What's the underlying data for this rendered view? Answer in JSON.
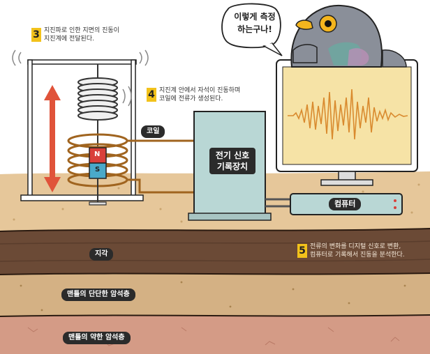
{
  "steps": [
    {
      "num": "3",
      "text_line1": "지진파로 인한 지면의 진동이",
      "text_line2": "지진계에 전달된다."
    },
    {
      "num": "4",
      "text_line1": "지진계 안에서 자석이 진동하며",
      "text_line2": "코일에 전류가 생성된다."
    },
    {
      "num": "5",
      "text_line1": "전류의 변화를 디지털 신호로 변환,",
      "text_line2": "컴퓨터로 기록해서 진동을 분석한다."
    }
  ],
  "labels": {
    "coil": "코일",
    "recorder_line1": "전기 신호",
    "recorder_line2": "기록장치",
    "computer": "컴퓨터",
    "magnet_n": "N",
    "magnet_s": "S"
  },
  "layers": {
    "crust": "지각",
    "upper_mantle": "맨틀의 단단한 암석층",
    "weak_mantle": "맨틀의 약한 암석층"
  },
  "bird_speech": {
    "line1": "이렇게 측정",
    "line2": "하는구나!"
  },
  "colors": {
    "sky": "#ffffff",
    "sand": "#e6c79a",
    "crust": "#6b4a36",
    "upper_mantle": "#d4b184",
    "weak_mantle": "#d49b86",
    "recorder": "#b9d7d5",
    "monitor_screen": "#f6e3a6",
    "wave": "#d98a2e",
    "badge": "#f2c21b",
    "arrow": "#e0533a"
  }
}
